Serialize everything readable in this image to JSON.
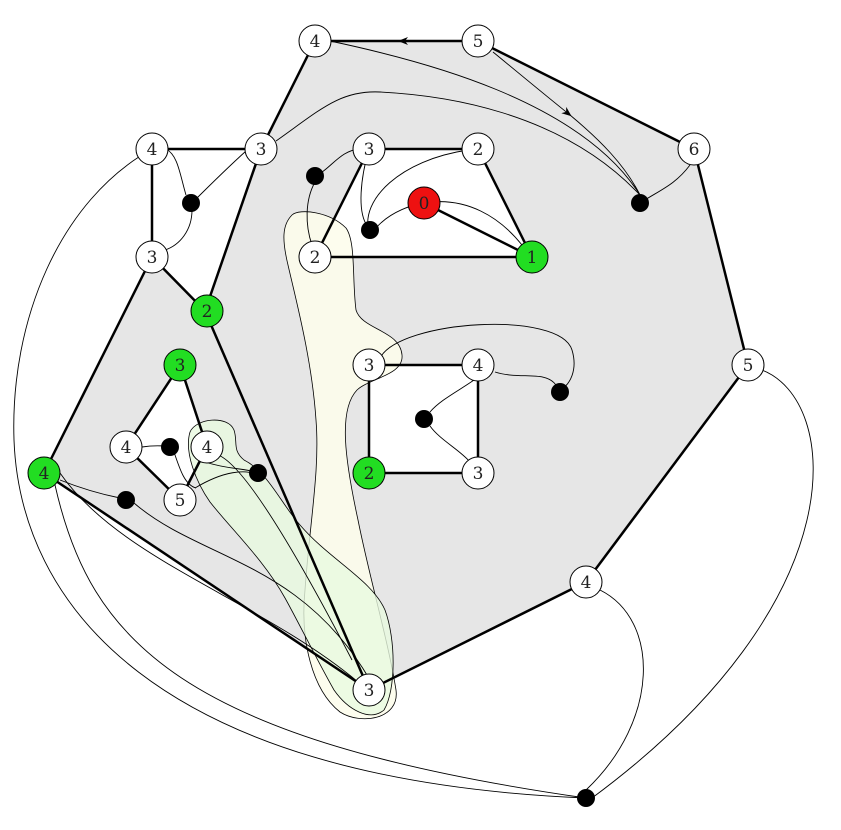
{
  "colors": {
    "region_fill": "#e6e6e6",
    "node_fill": "#ffffff",
    "highlight_green": "#22dd22",
    "highlight_red": "#ee1111",
    "stroke": "#000000",
    "yellow_blob": "#fdfdeb",
    "green_blob": "#e8fae0"
  },
  "labels": {
    "outer_top_left": "4",
    "outer_top_right": "5",
    "outer_right_top": "6",
    "outer_right": "5",
    "outer_bottom_right": "4",
    "outer_bottom": "3",
    "outer_left": "4",
    "inner_top_left_corner": "4",
    "inner_top_junction": "3",
    "inner_left_lower": "3",
    "inner_left_mid": "2",
    "tri_top_left": "3",
    "tri_top_right": "2",
    "tri_red": "0",
    "tri_bottom_left": "2",
    "tri_bottom_right": "1",
    "sq_top_left": "3",
    "sq_top_right": "4",
    "sq_bottom_left": "2",
    "sq_bottom_right": "3",
    "small_top": "3",
    "small_left": "4",
    "small_right": "4",
    "small_bottom": "5"
  }
}
